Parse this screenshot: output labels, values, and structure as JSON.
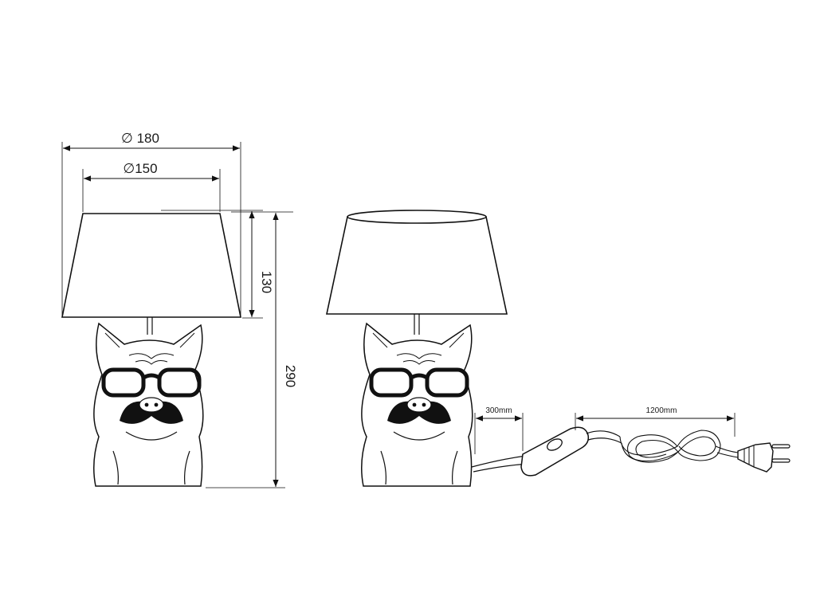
{
  "dimensions": {
    "shade_outer_diameter": "∅ 180",
    "shade_inner_diameter": "∅150",
    "shade_height": "130",
    "total_height": "290",
    "switch_cable_length": "300mm",
    "plug_cable_length": "1200mm"
  }
}
